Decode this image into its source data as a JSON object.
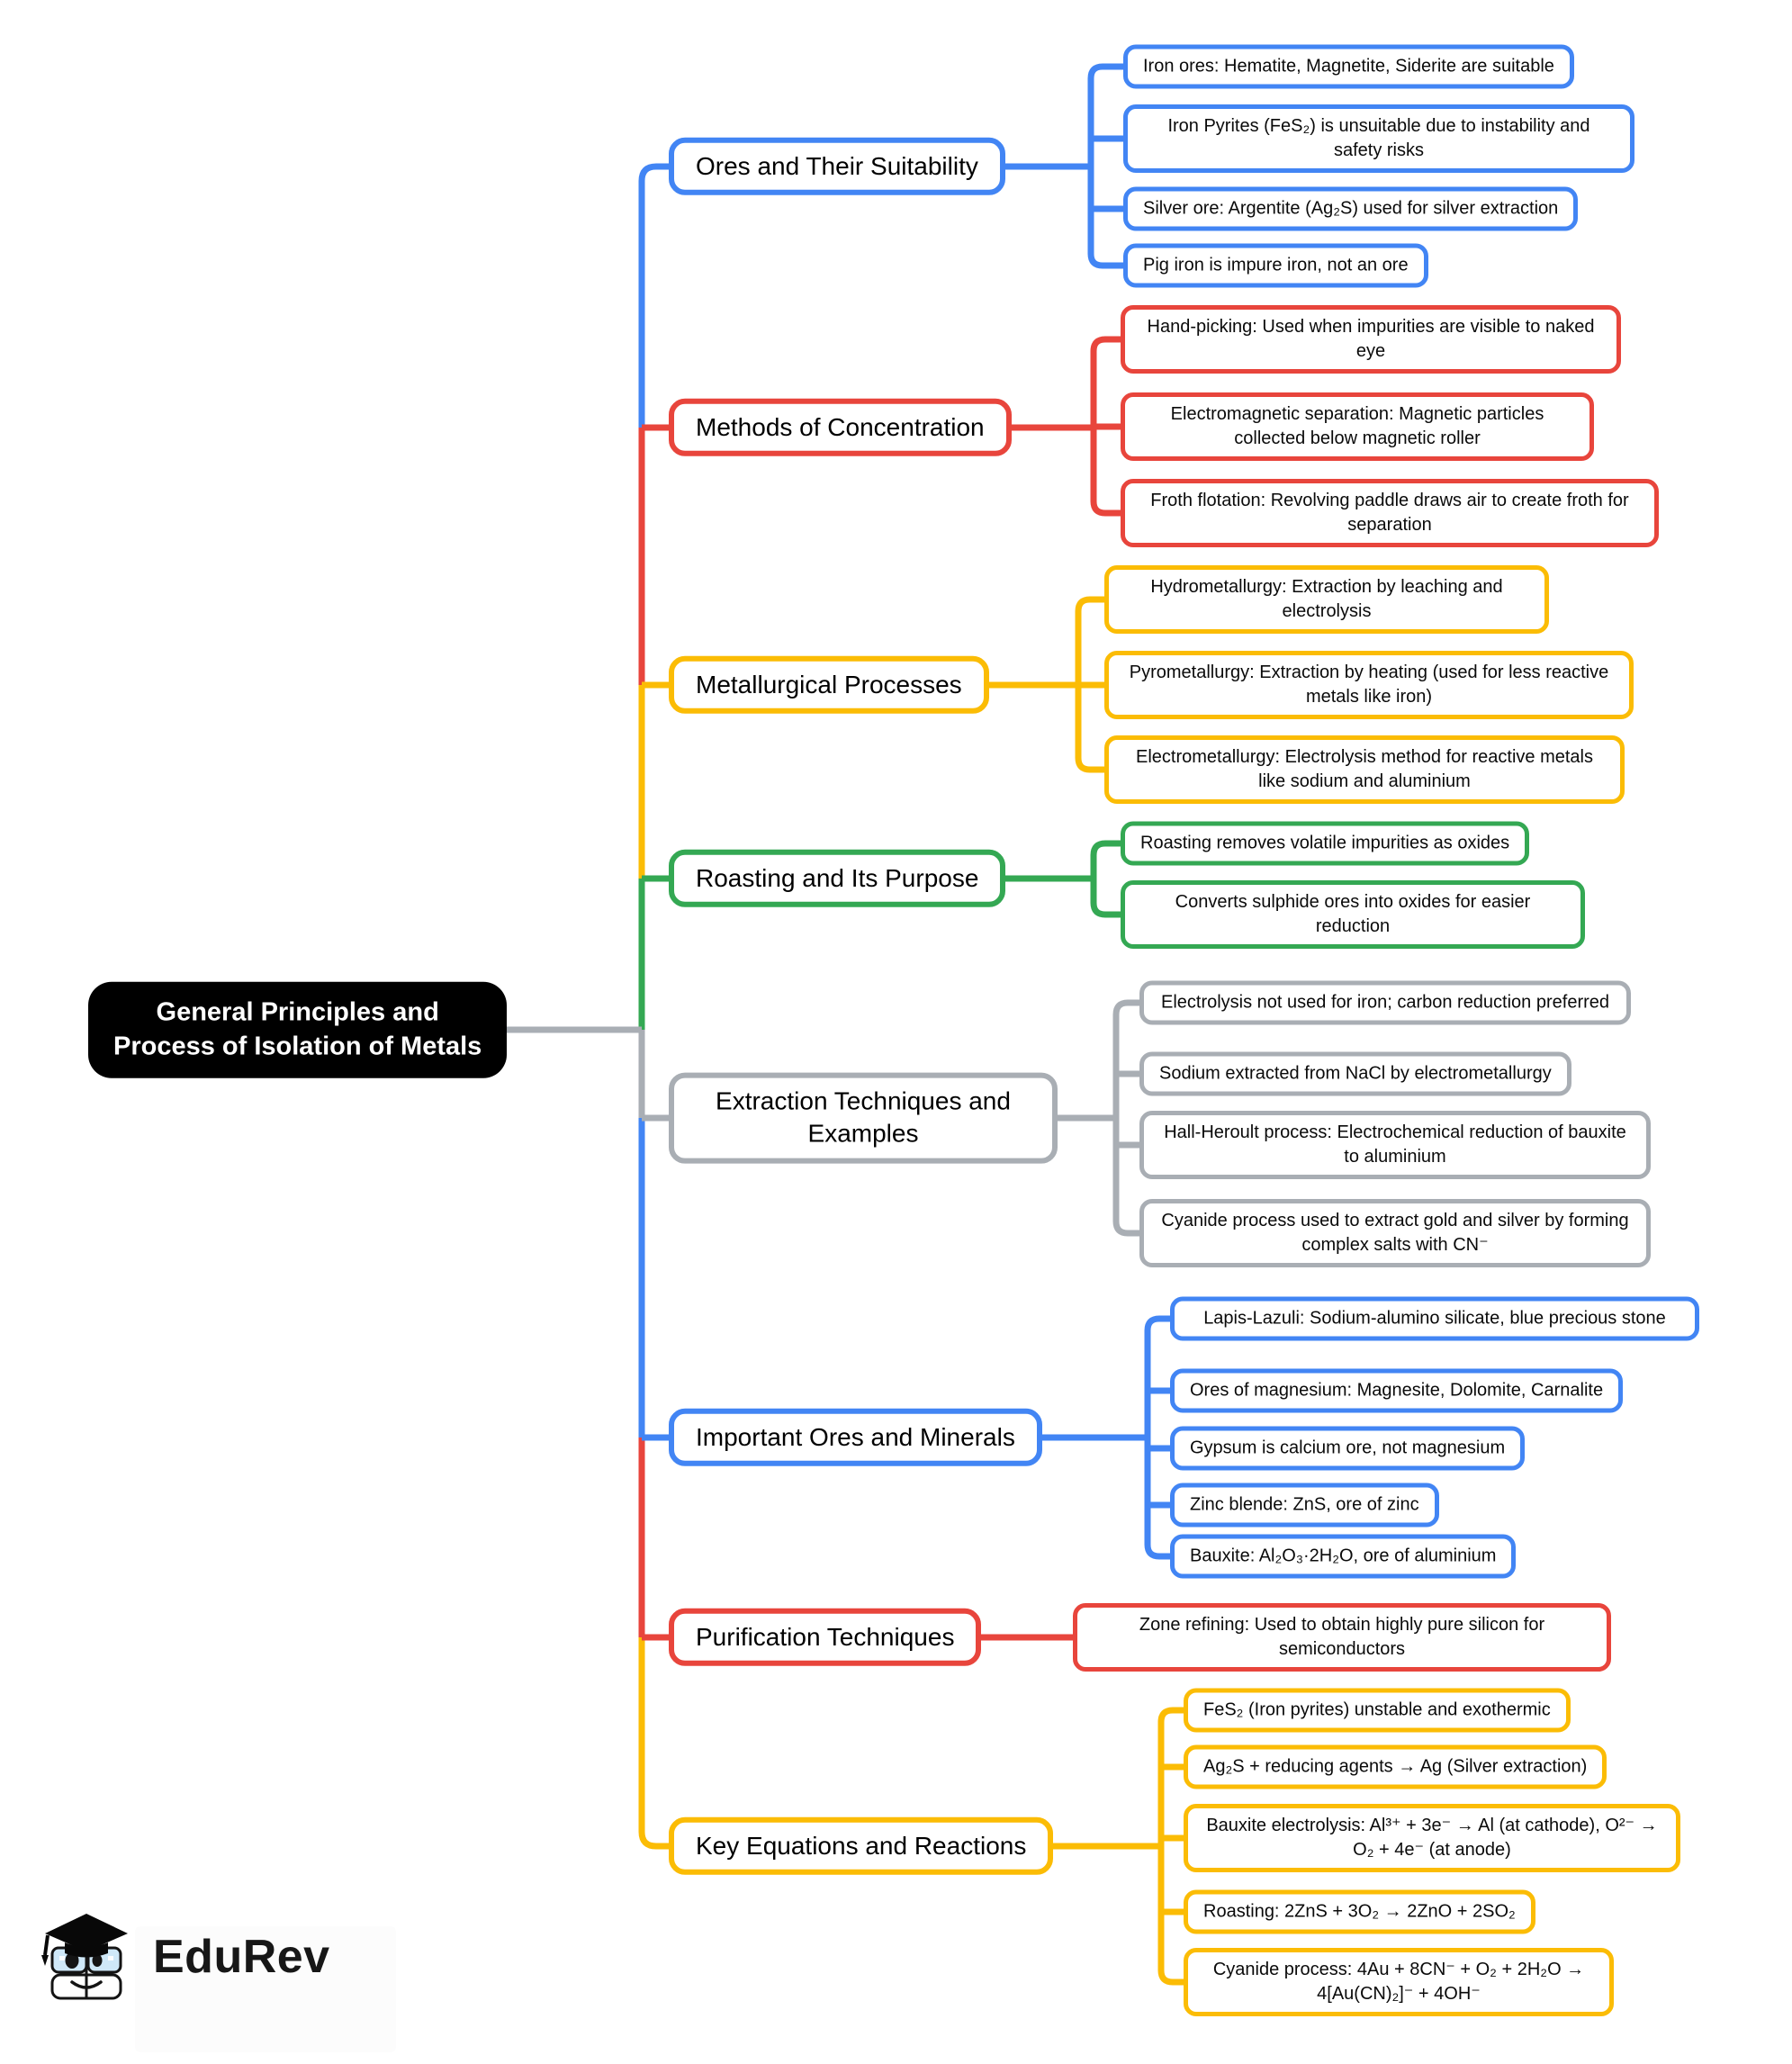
{
  "title": {
    "line1": "General Principles and",
    "line2": "Process of Isolation of Metals"
  },
  "brand": {
    "name": "EduRev"
  },
  "colors": {
    "blue": "#4285F4",
    "red": "#E8453C",
    "yellow": "#FBBC05",
    "green": "#34A853",
    "gray": "#A9AEB4",
    "center_bg": "#000000",
    "center_text": "#FFFFFF",
    "text": "#0A0A0A"
  },
  "branches": [
    {
      "label": "Ores and Their Suitability",
      "color_key": "blue",
      "children": [
        {
          "text": "Iron ores: Hematite, Magnetite, Siderite are suitable"
        },
        {
          "text": "Iron Pyrites (FeS₂) is unsuitable due to instability and safety risks"
        },
        {
          "text": "Silver ore: Argentite (Ag₂S) used for silver extraction"
        },
        {
          "text": "Pig iron is impure iron, not an ore"
        }
      ]
    },
    {
      "label": "Methods of Concentration",
      "color_key": "red",
      "children": [
        {
          "text": "Hand-picking: Used when impurities are visible to naked eye"
        },
        {
          "text": "Electromagnetic separation: Magnetic particles collected below magnetic roller"
        },
        {
          "text": "Froth flotation: Revolving paddle draws air to create froth for separation"
        }
      ]
    },
    {
      "label": "Metallurgical Processes",
      "color_key": "yellow",
      "children": [
        {
          "text": "Hydrometallurgy: Extraction by leaching and electrolysis"
        },
        {
          "text": "Pyrometallurgy: Extraction by heating (used for less reactive metals like iron)"
        },
        {
          "text": "Electrometallurgy: Electrolysis method for reactive metals like sodium and aluminium"
        }
      ]
    },
    {
      "label": "Roasting and Its Purpose",
      "color_key": "green",
      "children": [
        {
          "text": "Roasting removes volatile impurities as oxides"
        },
        {
          "text": "Converts sulphide ores into oxides for easier reduction"
        }
      ]
    },
    {
      "label": "Extraction Techniques and Examples",
      "color_key": "gray",
      "children": [
        {
          "text": "Electrolysis not used for iron; carbon reduction preferred"
        },
        {
          "text": "Sodium extracted from NaCl by electrometallurgy"
        },
        {
          "text": "Hall-Heroult process: Electrochemical reduction of bauxite to aluminium"
        },
        {
          "text": "Cyanide process used to extract gold and silver by forming complex salts with CN⁻"
        }
      ]
    },
    {
      "label": "Important Ores and Minerals",
      "color_key": "blue",
      "children": [
        {
          "text": "Lapis-Lazuli: Sodium-alumino silicate, blue precious stone"
        },
        {
          "text": "Ores of magnesium: Magnesite, Dolomite, Carnalite"
        },
        {
          "text": "Gypsum is calcium ore, not magnesium"
        },
        {
          "text": "Zinc blende: ZnS, ore of zinc"
        },
        {
          "text": "Bauxite: Al₂O₃·2H₂O, ore of aluminium"
        }
      ]
    },
    {
      "label": "Purification Techniques",
      "color_key": "red",
      "children": [
        {
          "text": "Zone refining: Used to obtain highly pure silicon for semiconductors"
        }
      ]
    },
    {
      "label": "Key Equations and Reactions",
      "color_key": "yellow",
      "children": [
        {
          "text": "FeS₂ (Iron pyrites) unstable and exothermic"
        },
        {
          "text": "Ag₂S + reducing agents → Ag (Silver extraction)"
        },
        {
          "text": "Bauxite electrolysis: Al³⁺ + 3e⁻ → Al (at cathode), O²⁻ → O₂ + 4e⁻ (at anode)"
        },
        {
          "text": "Roasting: 2ZnS + 3O₂ → 2ZnO + 2SO₂"
        },
        {
          "text": "Cyanide process: 4Au + 8CN⁻ + O₂ + 2H₂O → 4[Au(CN)₂]⁻ + 4OH⁻"
        }
      ]
    }
  ]
}
